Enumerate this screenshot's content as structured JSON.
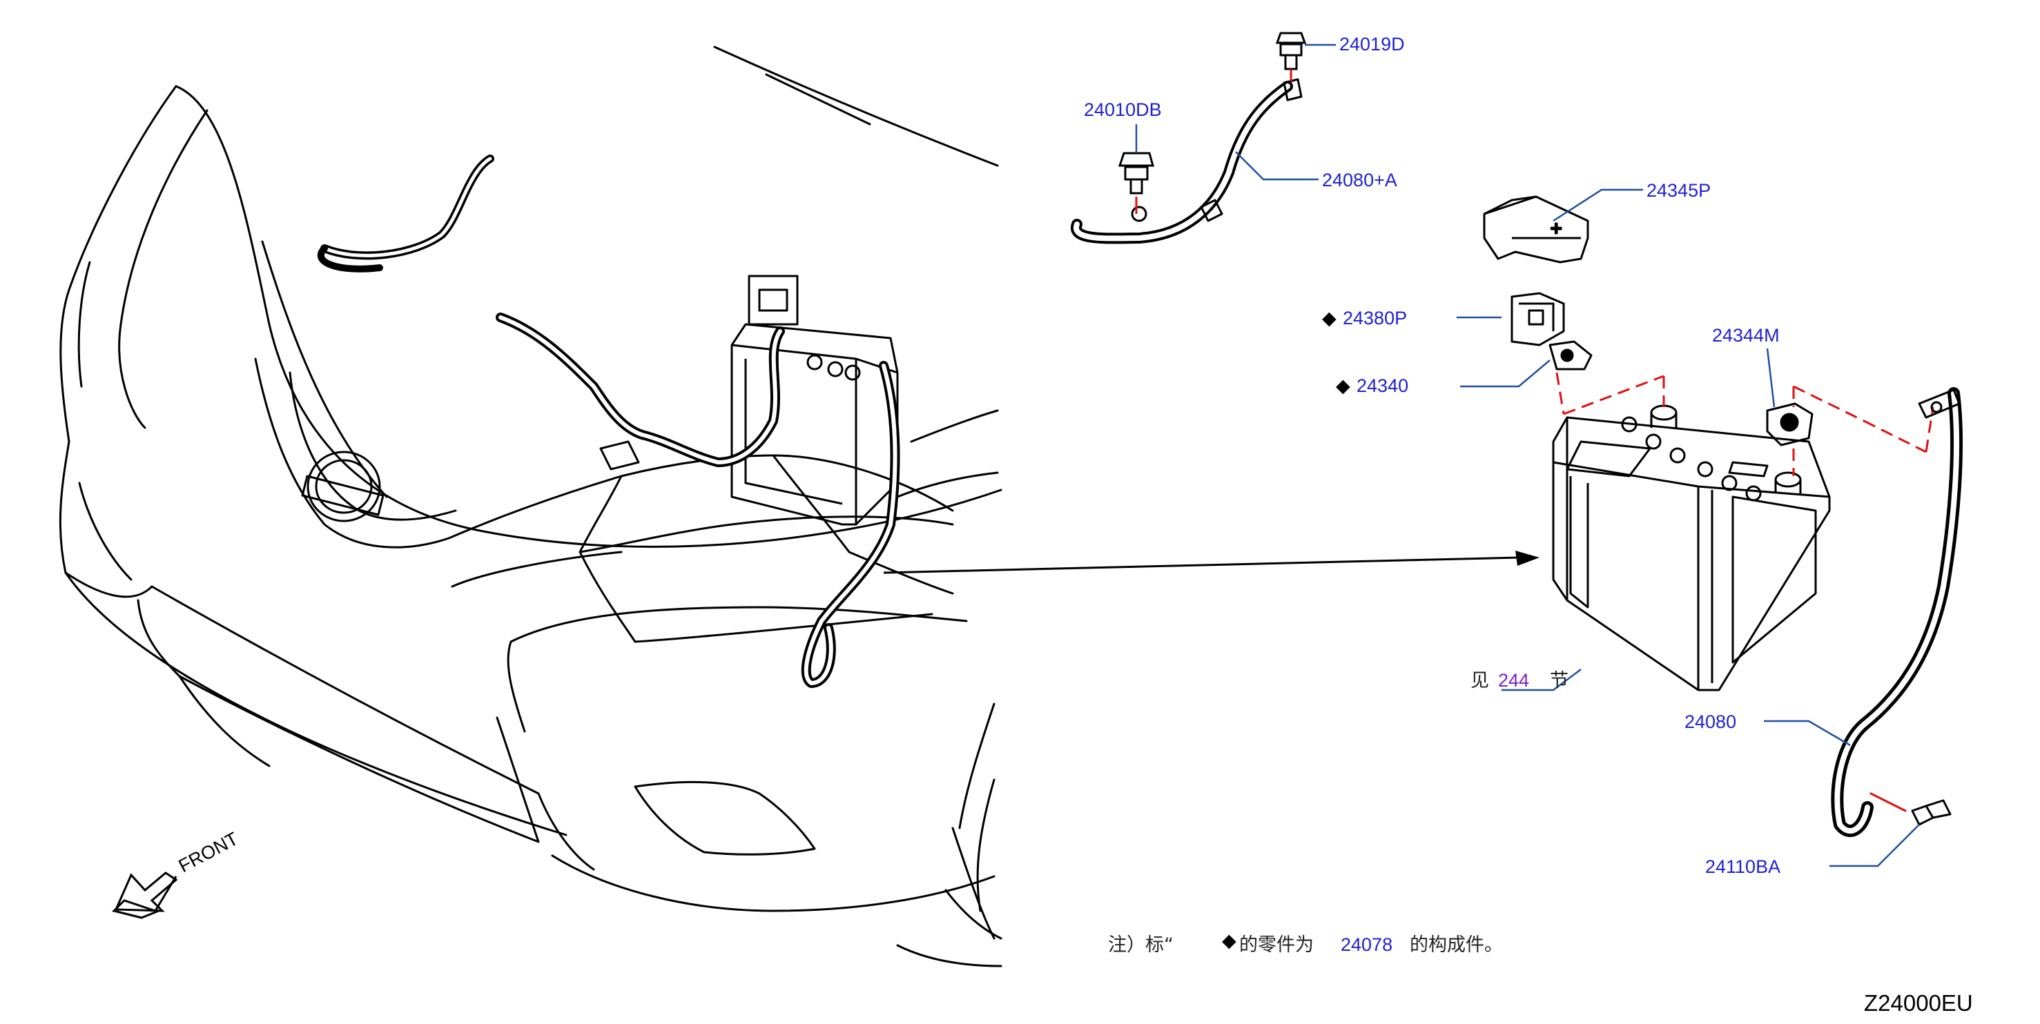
{
  "colors": {
    "line": "#000000",
    "label": "#1f1fd6",
    "leader": "#1f4fa0",
    "ref_link": "#7a1fc8",
    "dash": "#e01010"
  },
  "labels": {
    "p24019D": "24019D",
    "p24010DB": "24010DB",
    "p24080A": "24080+A",
    "p24345P": "24345P",
    "p24380P": "24380P",
    "p24340": "24340",
    "p24344M": "24344M",
    "p24080": "24080",
    "p24110BA": "24110BA"
  },
  "marker_glyph": "◆",
  "see_ref": {
    "prefix": "见",
    "number": "244",
    "suffix": "节"
  },
  "front_label": "FRONT",
  "note": {
    "prefix": "注）标“",
    "marker": "◆",
    "middle": "的零件为",
    "part": "24078",
    "suffix": "的构成件。"
  },
  "diagram_code": "Z24000EU"
}
